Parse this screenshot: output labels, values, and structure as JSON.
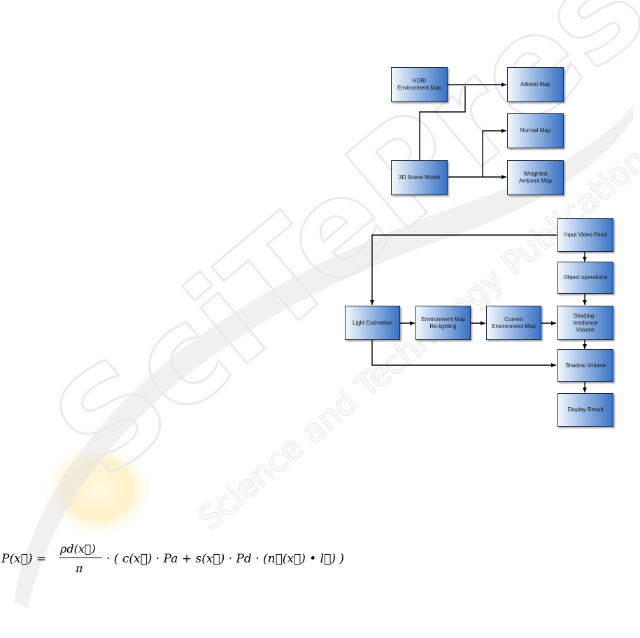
{
  "watermark": {
    "big_text": "SciTePress",
    "sub_text": "Science and Technology Publications"
  },
  "diagram_top": {
    "nodes": {
      "hdri": "HDRI\nEnvironment Map",
      "albedo": "Albedo Map",
      "normal": "Normal Map",
      "scene": "3D Scene Model",
      "weighted": "Weighted\nAmbient Map"
    }
  },
  "diagram_bottom": {
    "nodes": {
      "input": "Input Video Feed",
      "object": "Object operations",
      "light": "Light Estimation",
      "relight": "Environment Map\nRe-lighting",
      "current": "Current\nEnvironment Map",
      "shading": "Shading -\nIrradiance\nVolume",
      "shadow": "Shadow Volume",
      "display": "Display Result"
    }
  },
  "formula": {
    "lhs": "P(x⃗) =",
    "numerator": "ρd(x⃗)",
    "denominator": "π",
    "rhs": "· ( c(x⃗) · Pa + s(x⃗) · Pd · (n⃗(x⃗) • l⃗) )"
  }
}
